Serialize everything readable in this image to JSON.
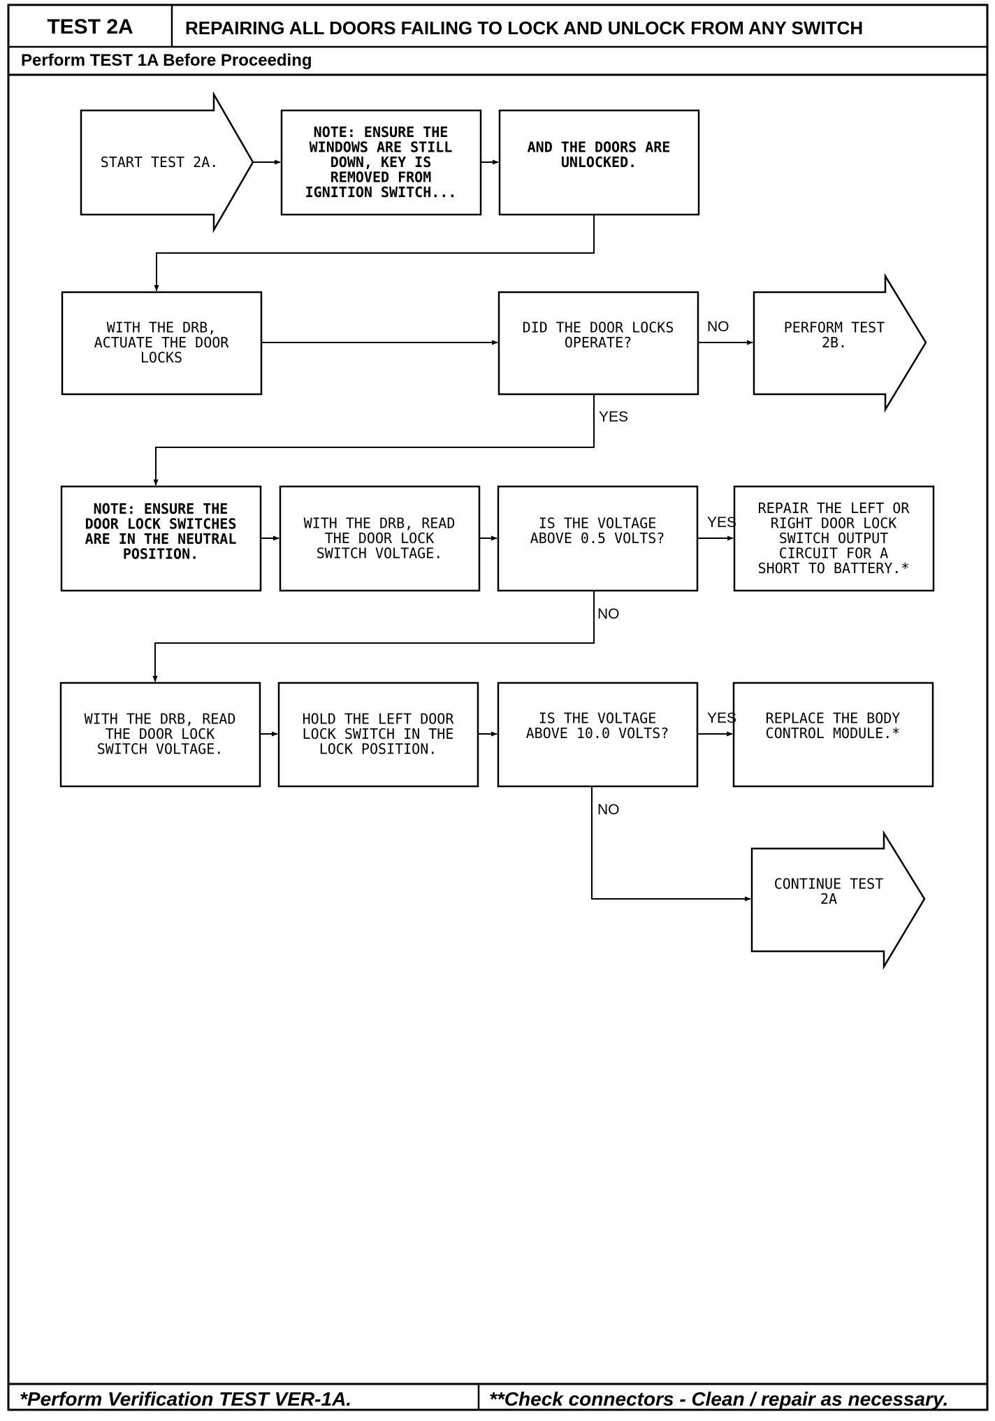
{
  "header": {
    "test_id": "TEST 2A",
    "title": "REPAIRING ALL DOORS FAILING TO LOCK AND UNLOCK FROM ANY SWITCH",
    "prerequisite": "Perform TEST 1A Before Proceeding"
  },
  "nodes": {
    "start": [
      "START TEST 2A."
    ],
    "note_windows": [
      "NOTE: ENSURE THE",
      "WINDOWS ARE STILL",
      "DOWN, KEY IS",
      "REMOVED FROM",
      "IGNITION SWITCH..."
    ],
    "doors_unlocked": [
      "AND THE DOORS ARE",
      "UNLOCKED."
    ],
    "actuate_locks": [
      "WITH THE DRB,",
      "ACTUATE THE DOOR",
      "LOCKS"
    ],
    "locks_operate": [
      "DID THE DOOR LOCKS",
      "OPERATE?"
    ],
    "perform_2b": [
      "PERFORM TEST",
      "2B."
    ],
    "note_neutral": [
      "NOTE: ENSURE THE",
      "DOOR LOCK SWITCHES",
      "ARE IN THE NEUTRAL",
      "POSITION."
    ],
    "read_voltage_1": [
      "WITH THE DRB, READ",
      "THE DOOR LOCK",
      "SWITCH VOLTAGE."
    ],
    "voltage_above_05": [
      "IS THE VOLTAGE",
      "ABOVE 0.5 VOLTS?"
    ],
    "repair_short": [
      "REPAIR THE LEFT OR",
      "RIGHT DOOR LOCK",
      "SWITCH OUTPUT",
      "CIRCUIT FOR A",
      "SHORT TO BATTERY.*"
    ],
    "read_voltage_2": [
      "WITH THE DRB, READ",
      "THE DOOR LOCK",
      "SWITCH VOLTAGE."
    ],
    "hold_left_switch": [
      "HOLD THE LEFT DOOR",
      "LOCK SWITCH IN THE",
      "LOCK POSITION."
    ],
    "voltage_above_10": [
      "IS THE VOLTAGE",
      "ABOVE 10.0 VOLTS?"
    ],
    "replace_bcm": [
      "REPLACE THE BODY",
      "CONTROL MODULE.*"
    ],
    "continue_2a": [
      "CONTINUE TEST",
      "2A"
    ]
  },
  "edge_labels": {
    "no_1": "NO",
    "yes_1": "YES",
    "yes_2": "YES",
    "no_2": "NO",
    "yes_3": "YES",
    "no_3": "NO"
  },
  "footer": {
    "verification": "*Perform Verification TEST VER-1A.",
    "connectors": "**Check connectors - Clean / repair as necessary."
  }
}
